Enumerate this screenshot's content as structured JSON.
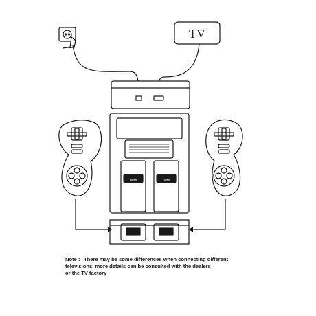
{
  "tv_box": {
    "label": "TV"
  },
  "console": {
    "port_a_label": "HDMI",
    "port_b_label": "HDMI"
  },
  "note": {
    "label": "Note :",
    "lines": [
      "There may be some differences when connecting different",
      "televisions, more details can be consulted with the dealers",
      "or the TV factory ."
    ]
  }
}
